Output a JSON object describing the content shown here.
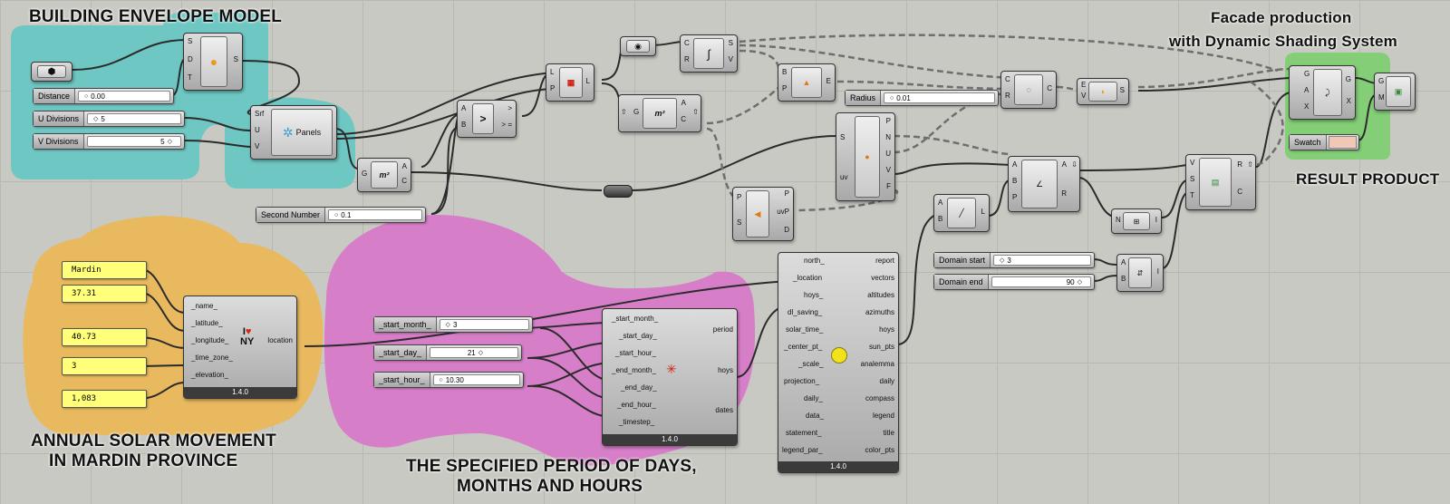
{
  "labels": {
    "building": "BUILDING ENVELOPE MODEL",
    "facade_line1": "Facade production",
    "facade_line2": "with Dynamic Shading System",
    "result": "RESULT PRODUCT",
    "solar_line1": "ANNUAL SOLAR MOVEMENT",
    "solar_line2": "IN MARDIN PROVINCE",
    "period_line1": "THE SPECIFIED PERIOD OF DAYS,",
    "period_line2": "MONTHS AND HOURS"
  },
  "sliders": {
    "distance": {
      "label": "Distance",
      "value": "0.00"
    },
    "u_div": {
      "label": "U Divisions",
      "value": "5"
    },
    "v_div": {
      "label": "V Divisions",
      "value": "5"
    },
    "second_number": {
      "label": "Second Number",
      "value": "0.1"
    },
    "radius": {
      "label": "Radius",
      "value": "0.01"
    },
    "domain_start": {
      "label": "Domain start",
      "value": "3"
    },
    "domain_end": {
      "label": "Domain end",
      "value": "90"
    },
    "start_month": {
      "label": "_start_month_",
      "value": "3"
    },
    "start_day": {
      "label": "_start_day_",
      "value": "21"
    },
    "start_hour": {
      "label": "_start_hour_",
      "value": "10.30"
    }
  },
  "panels": [
    "Mardin",
    "37.31",
    "40.73",
    "3",
    "1,083"
  ],
  "nodes": {
    "srf_top": {
      "in": [
        "S",
        "D",
        "T"
      ],
      "out": [
        "S"
      ]
    },
    "panels": {
      "in": [
        "Srf",
        "U",
        "V"
      ],
      "name": "Panels"
    },
    "area1": {
      "in": [
        "G"
      ],
      "out": [
        "A",
        "C"
      ]
    },
    "larger": {
      "in": [
        "A",
        "B"
      ],
      "out": [
        ">",
        "> ="
      ]
    },
    "cull": {
      "in": [
        "L",
        "P"
      ],
      "out": [
        "L"
      ]
    },
    "curve1": {
      "in": [
        "C",
        "R"
      ],
      "out": [
        "S",
        "V"
      ]
    },
    "area2": {
      "in": [
        "G"
      ],
      "out": [
        "A",
        "C"
      ]
    },
    "vec": {
      "in": [
        "B",
        "P"
      ],
      "out": [
        "E"
      ]
    },
    "eval": {
      "in": [
        "S",
        "uv"
      ],
      "out": [
        "P",
        "N",
        "U",
        "V",
        "F"
      ]
    },
    "srfcp": {
      "in": [
        "P",
        "S"
      ],
      "out": [
        "P",
        "uvP",
        "D"
      ]
    },
    "circle": {
      "in": [
        "C",
        "R"
      ],
      "out": [
        "C"
      ]
    },
    "extr": {
      "in": [
        "E",
        "V"
      ],
      "out": [
        "S"
      ]
    },
    "angle": {
      "in": [
        "A",
        "B",
        "P"
      ],
      "out": [
        "A",
        "R"
      ]
    },
    "line": {
      "in": [
        "A",
        "B"
      ],
      "out": [
        "L"
      ]
    },
    "remap": {
      "in": [
        "V",
        "S",
        "T"
      ],
      "out": [
        "R",
        "C"
      ]
    },
    "num": {
      "in": [
        "N"
      ],
      "out": [
        "I"
      ]
    },
    "dom": {
      "in": [
        "A",
        "B"
      ],
      "out": [
        "I"
      ]
    },
    "orient": {
      "in": [
        "G",
        "A",
        "X"
      ],
      "out": [
        "G",
        "X"
      ]
    },
    "preview": {
      "in": [
        "G",
        "M"
      ]
    },
    "swatch": {
      "label": "Swatch",
      "color": "#f1c8b6"
    },
    "location": {
      "in": [
        "_name_",
        "_latitude_",
        "_longitude_",
        "_time_zone_",
        "_elevation_"
      ],
      "out": [
        "location"
      ],
      "version": "1.4.0"
    },
    "period": {
      "in": [
        "_start_month_",
        "_start_day_",
        "_start_hour_",
        "_end_month_",
        "_end_day_",
        "_end_hour_",
        "_timestep_"
      ],
      "out": [
        "period",
        "hoys",
        "dates"
      ],
      "version": "1.4.0"
    },
    "sunpath": {
      "in": [
        "north_",
        "_location",
        "hoys_",
        "dl_saving_",
        "solar_time_",
        "_center_pt_",
        "_scale_",
        "projection_",
        "daily_",
        "data_",
        "statement_",
        "legend_par_"
      ],
      "out": [
        "report",
        "vectors",
        "altitudes",
        "azimuths",
        "hoys",
        "sun_pts",
        "analemma",
        "daily",
        "compass",
        "legend",
        "title",
        "color_pts"
      ],
      "version": "1.4.0"
    }
  },
  "colors": {
    "teal": "#69c7c3",
    "orange": "#eab85a",
    "magenta": "#d77ac8",
    "green": "#7fcf73",
    "panel": "#ffff7a"
  }
}
